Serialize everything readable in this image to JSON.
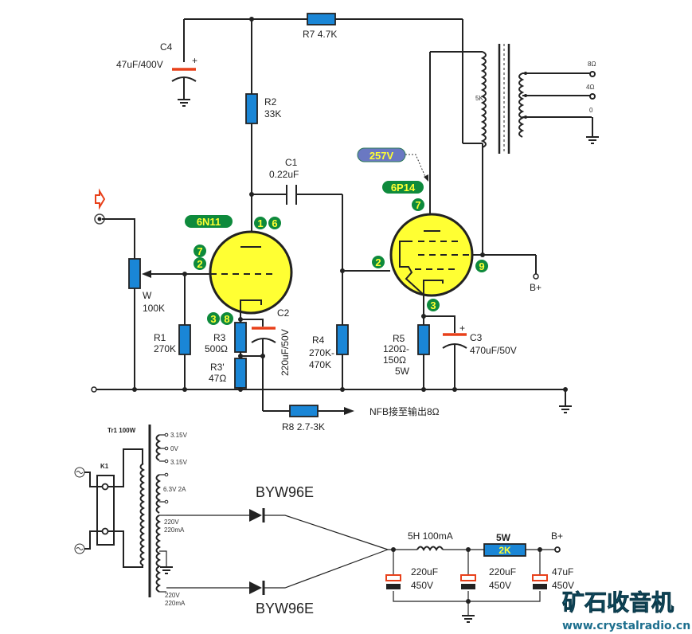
{
  "title": "6N11 + 6P14 Single-Ended Tube Amplifier Schematic",
  "colors": {
    "resistor_fill": "#1a86d6",
    "tube_fill": "#ffff33",
    "pin_badge": "#0e8a3c",
    "pin_text": "#ffff33",
    "cap_plus_plate": "#e8401a",
    "voltage_badge": "#6a78c2",
    "watermark": "#1d6f8e"
  },
  "amplifier": {
    "input": {
      "arrow_icon": "input-arrow-icon",
      "jack_icon": "input-jack-icon"
    },
    "r7": {
      "name": "R7",
      "value": "4.7K"
    },
    "c4": {
      "name": "C4",
      "value": "47uF/400V",
      "polarity": "+"
    },
    "r2": {
      "name": "R2",
      "value": "33K"
    },
    "c1": {
      "name": "C1",
      "value": "0.22uF"
    },
    "w": {
      "name": "W",
      "value": "100K"
    },
    "r1": {
      "name": "R1",
      "value": "270K"
    },
    "r3": {
      "name": "R3",
      "value": "500Ω"
    },
    "r3p": {
      "name": "R3'",
      "value": "47Ω"
    },
    "c2": {
      "name": "C2",
      "value": "220uF/50V"
    },
    "r4": {
      "name": "R4",
      "value_line1": "270K-",
      "value_line2": "470K"
    },
    "r5": {
      "name": "R5",
      "value_line1": "120Ω-",
      "value_line2": "150Ω",
      "value_line3": "5W"
    },
    "c3": {
      "name": "C3",
      "value": "470uF/50V",
      "polarity": "+"
    },
    "r8": {
      "name": "R8",
      "value": "2.7-3K"
    },
    "nfb_label": "NFB接至输出8Ω",
    "b_plus": "B+",
    "tube1": {
      "type": "6N11",
      "pins_anode": [
        "1",
        "6"
      ],
      "pins_grid": [
        "7",
        "2"
      ],
      "pins_cathode": [
        "3",
        "8"
      ]
    },
    "tube2": {
      "type": "6P14",
      "pin_anode": "7",
      "pin_grid": "2",
      "pin_screen": "9",
      "pin_cathode": "3",
      "anode_voltage": "257V"
    },
    "output_transformer": {
      "primary": "5K",
      "taps": [
        "8Ω",
        "4Ω",
        "0"
      ]
    }
  },
  "power_supply": {
    "transformer": {
      "name": "Tr1",
      "rating": "100W"
    },
    "switch": "K1",
    "heater1": [
      "3.15V",
      "0V",
      "3.15V"
    ],
    "heater2": "6.3V  2A",
    "hv1": {
      "voltage": "220V",
      "current": "220mA"
    },
    "hv2": {
      "voltage": "220V",
      "current": "220mA"
    },
    "diode1": "BYW96E",
    "diode2": "BYW96E",
    "choke": "5H 100mA",
    "resistor": {
      "power": "5W",
      "value": "2K"
    },
    "cap1": {
      "value": "220uF",
      "voltage": "450V"
    },
    "cap2": {
      "value": "220uF",
      "voltage": "450V"
    },
    "cap3": {
      "value": "47uF",
      "voltage": "450V"
    },
    "b_plus": "B+"
  },
  "watermark": {
    "title": "矿石收音机",
    "url": "www.crystalradio.cn"
  }
}
